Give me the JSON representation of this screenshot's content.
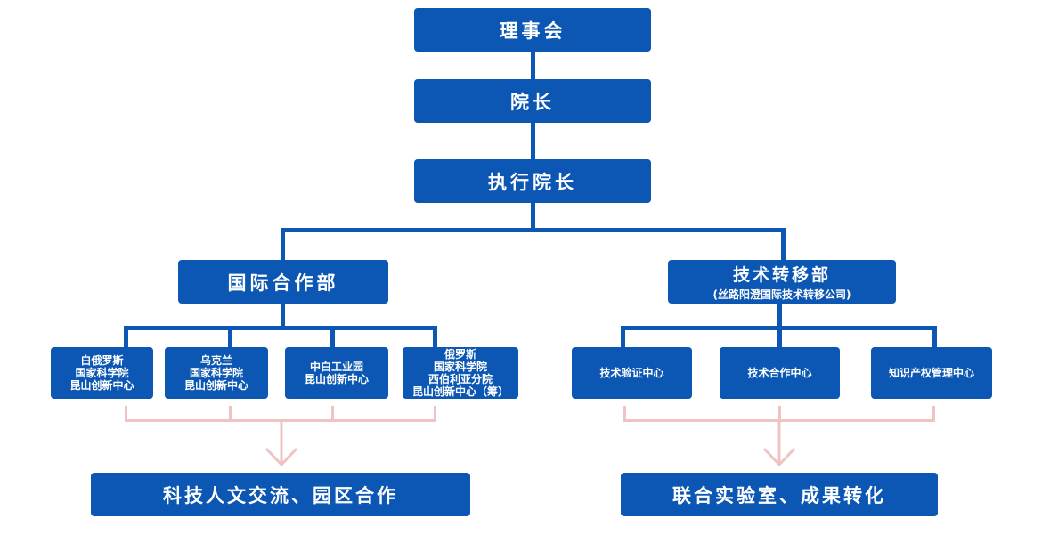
{
  "top": {
    "board": "理事会",
    "president": "院长",
    "exec_president": "执行院长"
  },
  "departments": {
    "intl": {
      "label": "国际合作部",
      "centers": [
        [
          "白俄罗斯",
          "国家科学院",
          "昆山创新中心"
        ],
        [
          "乌克兰",
          "国家科学院",
          "昆山创新中心"
        ],
        [
          "中白工业园",
          "昆山创新中心"
        ],
        [
          "俄罗斯",
          "国家科学院",
          "西伯利亚分院",
          "昆山创新中心（筹）"
        ]
      ],
      "outcome": "科技人文交流、园区合作"
    },
    "tech": {
      "label": "技术转移部",
      "sublabel": "(丝路阳澄国际技术转移公司)",
      "centers": [
        "技术验证中心",
        "技术合作中心",
        "知识产权管理中心"
      ],
      "outcome": "联合实验室、成果转化"
    }
  },
  "colors": {
    "box": "#0b57b3",
    "connector_blue": "#0b57b3",
    "connector_pink": "#f0c3c3"
  }
}
